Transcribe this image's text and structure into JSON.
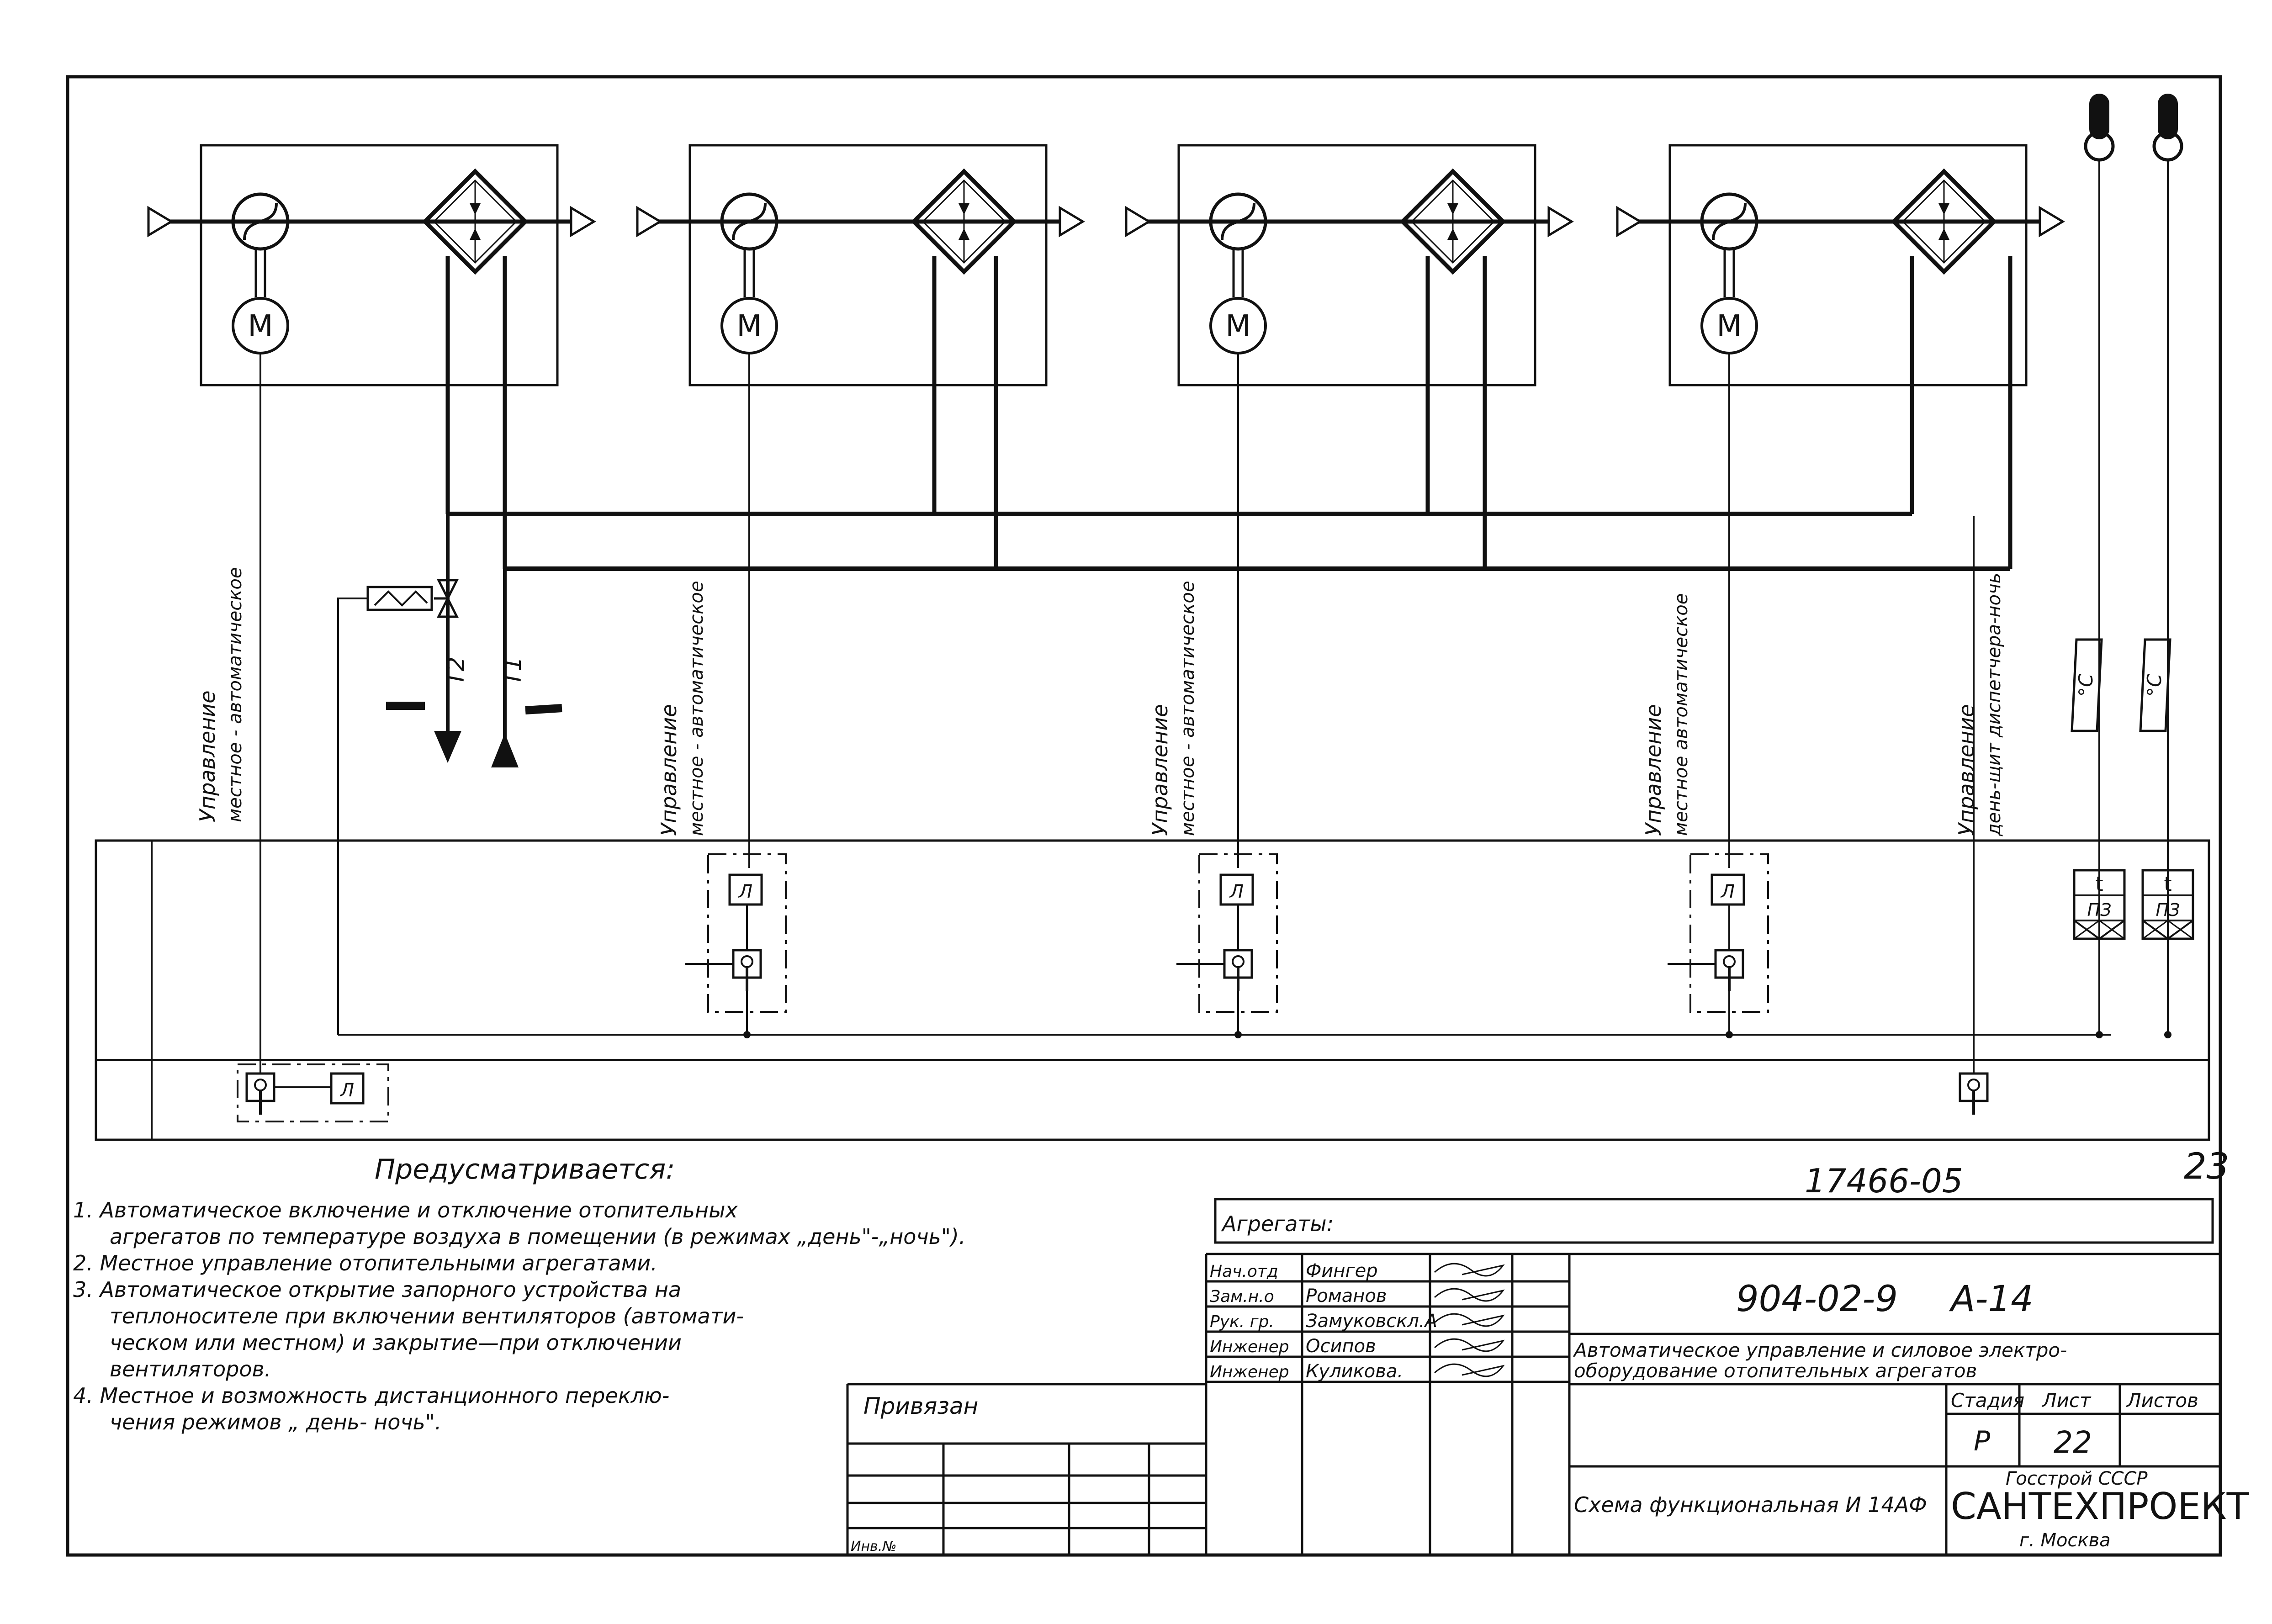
{
  "sheet_number": "23",
  "archive_number": "17466-05",
  "notes": {
    "heading": "Предусматривается:",
    "lines": [
      "1. Автоматическое включение и отключение отопительных",
      "агрегатов по температуре воздуха в помещении (в режимах „день\"-„ночь\").",
      "2. Местное управление отопительными агрегатами.",
      "3. Автоматическое открытие запорного устройства на",
      "теплоносителе при включении вентиляторов (автомати-",
      "ческом или местном) и закрытие—при отключении",
      "вентиляторов.",
      "4. Местное и возможность дистанционного переклю-",
      "чения режимов „ день- ночь\"."
    ]
  },
  "diagram": {
    "units": [
      {
        "motor": "M"
      },
      {
        "motor": "M"
      },
      {
        "motor": "M"
      },
      {
        "motor": "M"
      }
    ],
    "pipes": {
      "supply": "T1",
      "return": "T2"
    },
    "control_labels": [
      {
        "title": "Управление",
        "mode": "местное - автоматическое"
      },
      {
        "title": "Управление",
        "mode": "местное - автоматическое"
      },
      {
        "title": "Управление",
        "mode": "местное - автоматическое"
      },
      {
        "title": "Управление",
        "mode": "местное автоматическое"
      },
      {
        "title": "Управление",
        "mode": "день-щит диспетчера-ночь"
      }
    ],
    "sensors": [
      {
        "unit": "°C",
        "device_top": "t",
        "device_bottom": "ПЗ"
      },
      {
        "unit": "°C",
        "device_top": "t",
        "device_bottom": "ПЗ"
      }
    ],
    "relay_symbol": "Л"
  },
  "title_block": {
    "aggregates_label": "Агрегаты:",
    "project_code": "904-02-9",
    "album_code": "А-14",
    "project_title_line1": "Автоматическое управление и силовое электро-",
    "project_title_line2": "оборудование отопительных агрегатов",
    "staff": [
      {
        "role": "Нач.отд",
        "name": "Фингер"
      },
      {
        "role": "Зам.н.о",
        "name": "Романов"
      },
      {
        "role": "Рук. гр.",
        "name": "Замуковскл.А"
      },
      {
        "role": "Инженер",
        "name": "Осипов"
      },
      {
        "role": "Инженер",
        "name": "Куликова."
      }
    ],
    "stage_header": "Стадия",
    "sheet_header": "Лист",
    "sheets_header": "Листов",
    "stage_value": "Р",
    "sheet_value": "22",
    "drawing_name": "Схема функциональная И 14АФ",
    "org_line1": "Госстрой СССР",
    "org_name": "САНТЕХПРОЕКТ",
    "org_city": "г. Москва",
    "bound_label": "Привязан",
    "inventory_label": "Инв.№"
  }
}
